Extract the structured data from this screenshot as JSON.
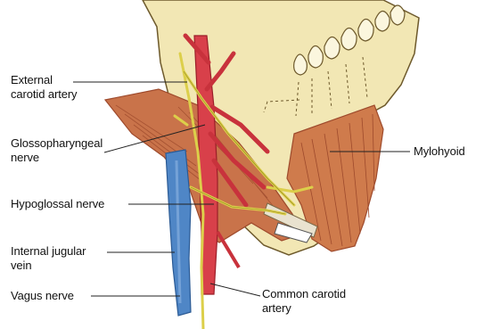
{
  "labels": {
    "external_carotid": "External\ncarotid artery",
    "glossopharyngeal": "Glossopharyngeal\nnerve",
    "hypoglossal": "Hypoglossal nerve",
    "internal_jugular": "Internal jugular\nvein",
    "vagus": "Vagus nerve",
    "common_carotid": "Common carotid\nartery",
    "mylohyoid": "Mylohyoid"
  },
  "colors": {
    "bone": "#f2e7b4",
    "bone_edge": "#6e5a2c",
    "muscle": "#c9734a",
    "muscle_dark": "#9e4a2c",
    "artery": "#d8404a",
    "vein": "#4f86c6",
    "nerve": "#dccf4a",
    "leader": "#222222"
  }
}
